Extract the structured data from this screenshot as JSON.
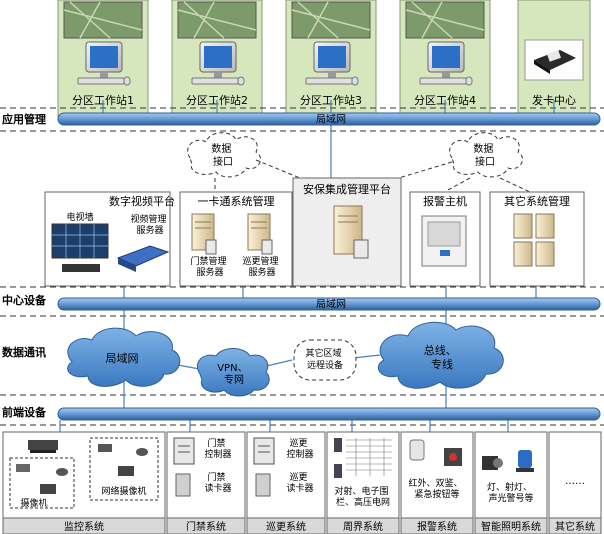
{
  "app_stations": [
    "分区工作站1",
    "分区工作站2",
    "分区工作站3",
    "分区工作站4"
  ],
  "card_issuer": "发卡中心",
  "layers": {
    "app": "应用管理",
    "center": "中心设备",
    "comm": "数据通讯",
    "front": "前端设备"
  },
  "bus_label": "局域网",
  "data_interface": "数据\n接口",
  "platforms": {
    "video": {
      "title": "数字视频平台",
      "tv_wall": "电视墙",
      "server": "视频管理\n服务器"
    },
    "card": {
      "title": "一卡通系统管理",
      "access_server": "门禁管理\n服务器",
      "patrol_server": "巡更管理\n服务器"
    },
    "security": {
      "title": "安保集成管理平台"
    },
    "alarm": {
      "title": "报警主机"
    },
    "other": {
      "title": "其它系统管理"
    }
  },
  "comm": {
    "lan": "局域网",
    "vpn": "VPN、\n专网",
    "remote": "其它区域\n远程设备",
    "bus": "总线、\n专线"
  },
  "front": {
    "monitor": {
      "label": "监控系统",
      "camera": "摄像机",
      "net_camera": "网络摄像机"
    },
    "access": {
      "label": "门禁系统",
      "controller": "门禁\n控制器",
      "reader": "门禁\n读卡器"
    },
    "patrol": {
      "label": "巡更系统",
      "controller": "巡更\n控制器",
      "reader": "巡更\n读卡器"
    },
    "perimeter": {
      "label": "周界系统",
      "devices": "对射、电子围\n栏、高压电网"
    },
    "alarm": {
      "label": "报警系统",
      "devices": "红外、双鉴、\n紧急按钮等"
    },
    "lighting": {
      "label": "智能照明系统",
      "devices": "灯、射灯、\n声光警号等"
    },
    "other": {
      "label": "其它系统",
      "devices": "……"
    }
  },
  "colors": {
    "panel_green": "#d7e7bd",
    "screen_blue": "#5e9bd5",
    "bus_blue": "#5a8fc9",
    "cloud_blue": "#5b9bd5",
    "box_gray": "#eeeeee"
  }
}
